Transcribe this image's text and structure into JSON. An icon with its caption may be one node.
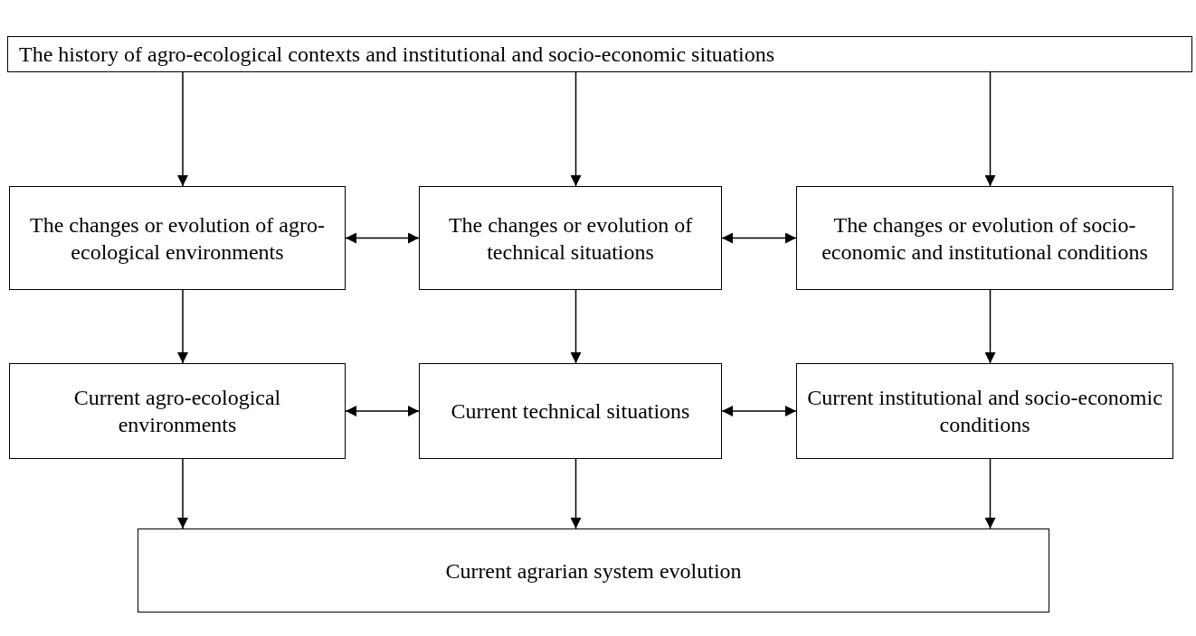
{
  "diagram": {
    "nodes": [
      {
        "text": [
          "The history of agro-ecological contexts and institutional and socio-economic situations"
        ]
      },
      {
        "text": [
          "The changes or evolution of agro-ecological environments"
        ]
      },
      {
        "text": [
          "The changes or evolution of technical situations"
        ]
      },
      {
        "text": [
          "The changes or evolution of socio-economic and institutional conditions"
        ]
      },
      {
        "text": [
          "Current agro-ecological environments"
        ]
      },
      {
        "text": [
          "Current technical situations"
        ]
      },
      {
        "text": [
          "Current institutional and socio-economic conditions"
        ]
      },
      {
        "text": [
          "Current agrarian system evolution"
        ]
      }
    ],
    "edges": [
      {
        "from": 0,
        "to": 1,
        "arrow": "to"
      },
      {
        "from": 0,
        "to": 2,
        "arrow": "to"
      },
      {
        "from": 0,
        "to": 3,
        "arrow": "to"
      },
      {
        "from": 1,
        "to": 2,
        "arrow": "both"
      },
      {
        "from": 2,
        "to": 3,
        "arrow": "both"
      },
      {
        "from": 1,
        "to": 4,
        "arrow": "to"
      },
      {
        "from": 2,
        "to": 5,
        "arrow": "to"
      },
      {
        "from": 3,
        "to": 6,
        "arrow": "to"
      },
      {
        "from": 4,
        "to": 5,
        "arrow": "both"
      },
      {
        "from": 5,
        "to": 6,
        "arrow": "both"
      },
      {
        "from": 4,
        "to": 7,
        "arrow": "to"
      },
      {
        "from": 5,
        "to": 7,
        "arrow": "to"
      },
      {
        "from": 6,
        "to": 7,
        "arrow": "to"
      }
    ]
  }
}
